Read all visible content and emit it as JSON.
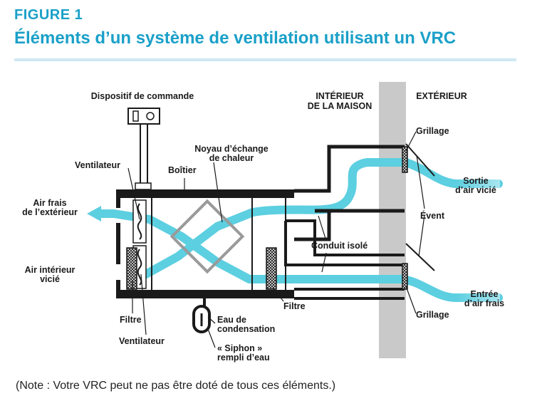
{
  "colors": {
    "accent": "#1aa0c8",
    "rule": "#cfe8f2",
    "airflow": "#5ccfe0",
    "airflow_light": "#a8e6f0",
    "wall": "#c9c9c9",
    "structure": "#1a1a1a",
    "core": "#9a9a9a"
  },
  "figure": {
    "number": "FIGURE 1",
    "title": "Éléments d’un système de ventilation utilisant un VRC"
  },
  "labels": {
    "control": "Dispositif de commande",
    "interior_1": "INTÉRIEUR",
    "interior_2": "DE LA MAISON",
    "exterior": "EXTÉRIEUR",
    "grille_top": "Grillage",
    "grille_bottom": "Grillage",
    "core_1": "Noyau d’échange",
    "core_2": "de chaleur",
    "fan_top": "Ventilateur",
    "fan_bottom": "Ventilateur",
    "housing": "Boîtier",
    "exhaust_1": "Sortie",
    "exhaust_2": "d’air vicié",
    "fresh_out_1": "Air frais",
    "fresh_out_2": "de l’extérieur",
    "vent": "Évent",
    "insulated_duct": "Conduit isolé",
    "stale_in_1": "Air intérieur",
    "stale_in_2": "vicié",
    "intake_1": "Entrée",
    "intake_2": "d’air frais",
    "filter_left": "Filtre",
    "filter_right": "Filtre",
    "condensate_1": "Eau de",
    "condensate_2": "condensation",
    "trap_1": "« Siphon »",
    "trap_2": "rempli d’eau"
  },
  "note": "(Note : Votre VRC peut ne pas être doté de tous ces éléments.)"
}
